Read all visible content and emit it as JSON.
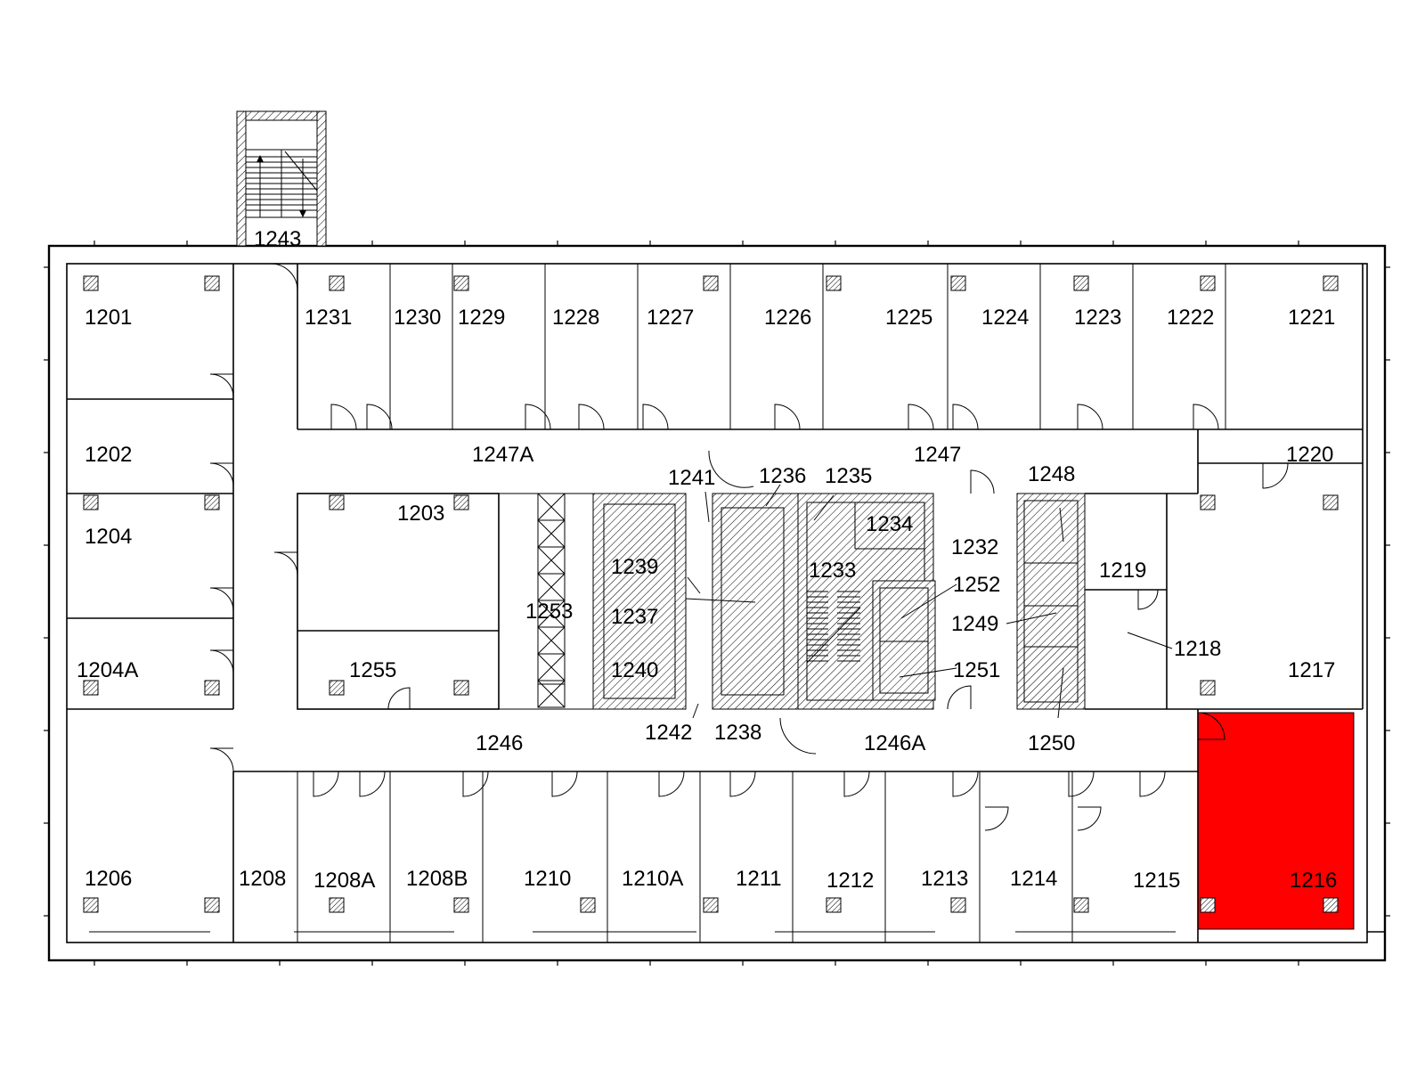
{
  "plan": {
    "highlight_color": "#ff0000",
    "highlighted_room": "1216",
    "rooms": [
      {
        "id": "1201",
        "label": "1201"
      },
      {
        "id": "1202",
        "label": "1202"
      },
      {
        "id": "1203",
        "label": "1203"
      },
      {
        "id": "1204",
        "label": "1204"
      },
      {
        "id": "1204A",
        "label": "1204A"
      },
      {
        "id": "1206",
        "label": "1206"
      },
      {
        "id": "1208",
        "label": "1208"
      },
      {
        "id": "1208A",
        "label": "1208A"
      },
      {
        "id": "1208B",
        "label": "1208B"
      },
      {
        "id": "1210",
        "label": "1210"
      },
      {
        "id": "1210A",
        "label": "1210A"
      },
      {
        "id": "1211",
        "label": "1211"
      },
      {
        "id": "1212",
        "label": "1212"
      },
      {
        "id": "1213",
        "label": "1213"
      },
      {
        "id": "1214",
        "label": "1214"
      },
      {
        "id": "1215",
        "label": "1215"
      },
      {
        "id": "1216",
        "label": "1216"
      },
      {
        "id": "1217",
        "label": "1217"
      },
      {
        "id": "1218",
        "label": "1218"
      },
      {
        "id": "1219",
        "label": "1219"
      },
      {
        "id": "1220",
        "label": "1220"
      },
      {
        "id": "1221",
        "label": "1221"
      },
      {
        "id": "1222",
        "label": "1222"
      },
      {
        "id": "1223",
        "label": "1223"
      },
      {
        "id": "1224",
        "label": "1224"
      },
      {
        "id": "1225",
        "label": "1225"
      },
      {
        "id": "1226",
        "label": "1226"
      },
      {
        "id": "1227",
        "label": "1227"
      },
      {
        "id": "1228",
        "label": "1228"
      },
      {
        "id": "1229",
        "label": "1229"
      },
      {
        "id": "1230",
        "label": "1230"
      },
      {
        "id": "1231",
        "label": "1231"
      },
      {
        "id": "1232",
        "label": "1232"
      },
      {
        "id": "1233",
        "label": "1233"
      },
      {
        "id": "1234",
        "label": "1234"
      },
      {
        "id": "1235",
        "label": "1235"
      },
      {
        "id": "1236",
        "label": "1236"
      },
      {
        "id": "1237",
        "label": "1237"
      },
      {
        "id": "1238",
        "label": "1238"
      },
      {
        "id": "1239",
        "label": "1239"
      },
      {
        "id": "1240",
        "label": "1240"
      },
      {
        "id": "1241",
        "label": "1241"
      },
      {
        "id": "1242",
        "label": "1242"
      },
      {
        "id": "1243",
        "label": "1243"
      },
      {
        "id": "1246",
        "label": "1246"
      },
      {
        "id": "1246A",
        "label": "1246A"
      },
      {
        "id": "1247",
        "label": "1247"
      },
      {
        "id": "1247A",
        "label": "1247A"
      },
      {
        "id": "1248",
        "label": "1248"
      },
      {
        "id": "1249",
        "label": "1249"
      },
      {
        "id": "1250",
        "label": "1250"
      },
      {
        "id": "1251",
        "label": "1251"
      },
      {
        "id": "1252",
        "label": "1252"
      },
      {
        "id": "1253",
        "label": "1253"
      },
      {
        "id": "1255",
        "label": "1255"
      }
    ]
  }
}
